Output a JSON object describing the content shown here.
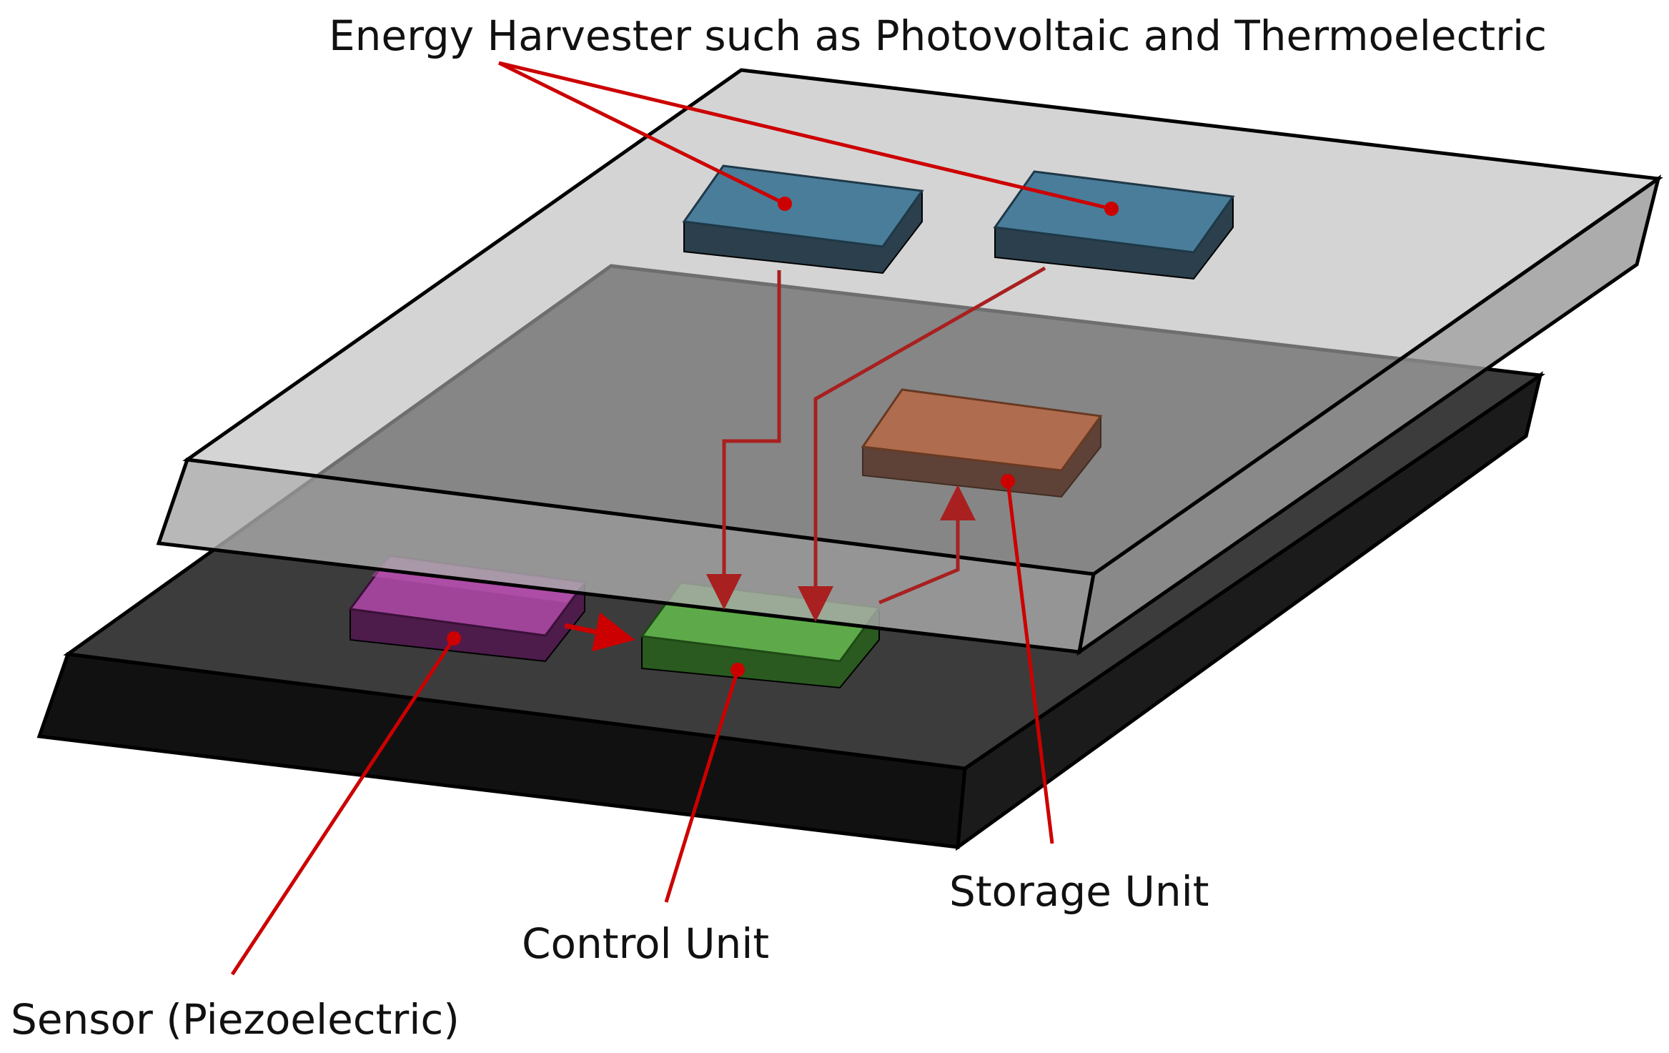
{
  "labels": {
    "energy_harvester": "Energy Harvester such as Photovoltaic and Thermoelectric",
    "storage_unit": "Storage Unit",
    "control_unit": "Control Unit",
    "sensor": "Sensor (Piezoelectric)"
  },
  "colors": {
    "bottom_layer": "#3c3c3c",
    "top_layer": "#b4b4b4",
    "harvester": "#4a7d99",
    "storage": "#b87050",
    "control": "#5eaa4a",
    "sensor": "#a0449a",
    "annotation": "#cc0000",
    "connection": "#a82020"
  }
}
